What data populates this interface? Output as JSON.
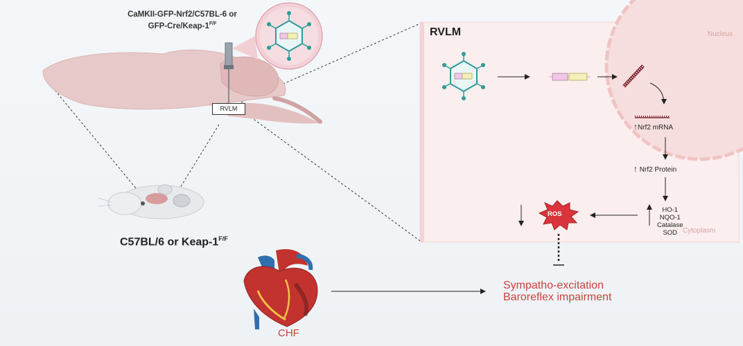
{
  "vector_label": {
    "line1": "CaMKII-GFP-Nrf2/C57BL-6 or",
    "line2": "GFP-Cre/Keap-1",
    "line2_sup": "F/F"
  },
  "brain_region_label": "RVLM",
  "mouse_label": {
    "main": "C57BL/6 or Keap-1",
    "sup": "F/F"
  },
  "panel": {
    "title": "RVLM",
    "nucleus_label": "Nucleus",
    "cytoplasm_label": "Cytoplasm",
    "mrna_label": "Nrf2 mRNA",
    "protein_label": "Nrf2 Protein",
    "enzymes": [
      "HO-1",
      "NQO-1",
      "Catalase",
      "SOD"
    ],
    "ros_label": "ROS",
    "up_arrow": "↑"
  },
  "outcome": {
    "line1": "Sympatho-excitation",
    "line2": "Baroreflex impairment"
  },
  "disease_label": "CHF",
  "colors": {
    "teal": "#2e9c9a",
    "brain": "#e8c9c9",
    "panel_bg": "#fbeeee",
    "nucleus_fill": "#f7dede",
    "ros_red": "#d9343b",
    "outcome_red": "#c8443c",
    "heart_red": "#c2332f",
    "vessel_blue": "#2f6fb0"
  }
}
